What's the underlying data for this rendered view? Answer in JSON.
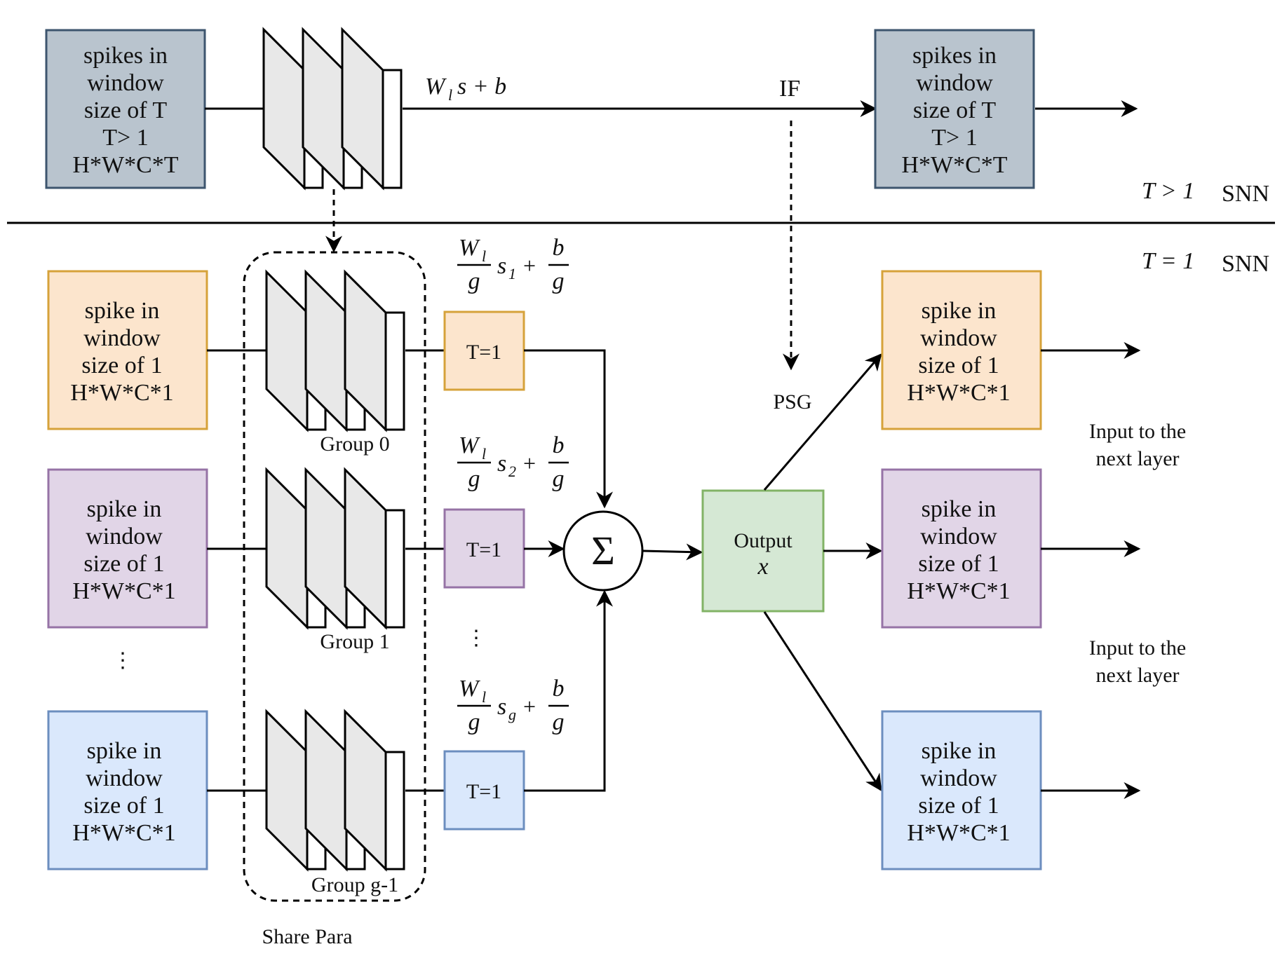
{
  "colors": {
    "gray_fill": "#b9c4ce",
    "gray_stroke": "#3d556e",
    "orange_fill": "#fce5cd",
    "orange_stroke": "#d6a23a",
    "purple_fill": "#e1d5e7",
    "purple_stroke": "#9673a6",
    "blue_fill": "#dae8fc",
    "blue_stroke": "#6c8ebf",
    "green_fill": "#d5e8d4",
    "green_stroke": "#82b366",
    "layer_face": "#e8e8e8",
    "line": "#000000"
  },
  "top_section": {
    "input_box": [
      "spikes in",
      "window",
      "size of T",
      "T> 1",
      "H*W*C*T"
    ],
    "output_box": [
      "spikes in",
      "window",
      "size of T",
      "T> 1",
      "H*W*C*T"
    ],
    "formula": {
      "w": "W",
      "w_sub": "l",
      "rest": "s + b"
    },
    "if_label": "IF",
    "snn_label": {
      "math": "T > 1",
      "text": "SNN"
    }
  },
  "bottom_section": {
    "snn_label": {
      "math": "T = 1",
      "text": "SNN"
    },
    "groups": [
      {
        "lines": [
          "spike in",
          "window",
          "size of 1",
          "H*W*C*1"
        ],
        "group_label": "Group 0",
        "t_box": "T=1",
        "s_sub": "1"
      },
      {
        "lines": [
          "spike in",
          "window",
          "size of 1",
          "H*W*C*1"
        ],
        "group_label": "Group 1",
        "t_box": "T=1",
        "s_sub": "2"
      },
      {
        "lines": [
          "spike in",
          "window",
          "size of 1",
          "H*W*C*1"
        ],
        "group_label": "Group g-1",
        "t_box": "T=1",
        "s_sub": "g"
      }
    ],
    "outputs": [
      [
        "spike in",
        "window",
        "size of 1",
        "H*W*C*1"
      ],
      [
        "spike in",
        "window",
        "size of 1",
        "H*W*C*1"
      ],
      [
        "spike in",
        "window",
        "size of 1",
        "H*W*C*1"
      ]
    ],
    "fraction": {
      "num_w": "W",
      "num_sub": "l",
      "den": "g",
      "s": "s",
      "b": "b"
    },
    "sum_symbol": "Σ",
    "output_node": {
      "title": "Output",
      "var": "x"
    },
    "psg_label": "PSG",
    "share_para": "Share Para",
    "next_layer_1": [
      "Input to the",
      "next layer"
    ],
    "next_layer_2": [
      "Input to the",
      "next layer"
    ],
    "ellipsis": "⋮"
  }
}
